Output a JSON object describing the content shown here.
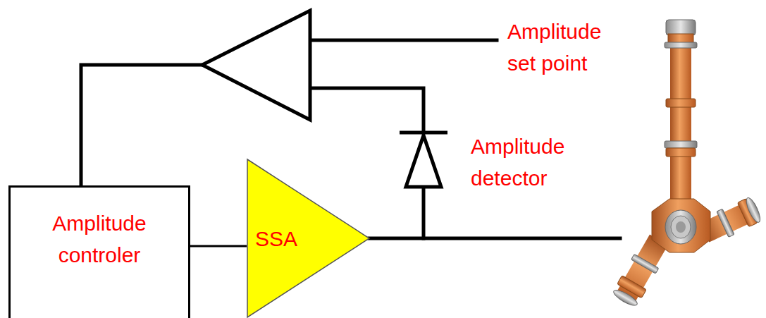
{
  "diagram": {
    "nodes": [
      {
        "text": [
          "Amplitude controler"
        ]
      },
      {
        "text": [
          "SSA"
        ]
      }
    ],
    "edges": [
      {
        "from": 0,
        "to": 1,
        "arrow": "none"
      }
    ],
    "labels": [
      "Amplitude set point",
      "Amplitude detector"
    ]
  }
}
